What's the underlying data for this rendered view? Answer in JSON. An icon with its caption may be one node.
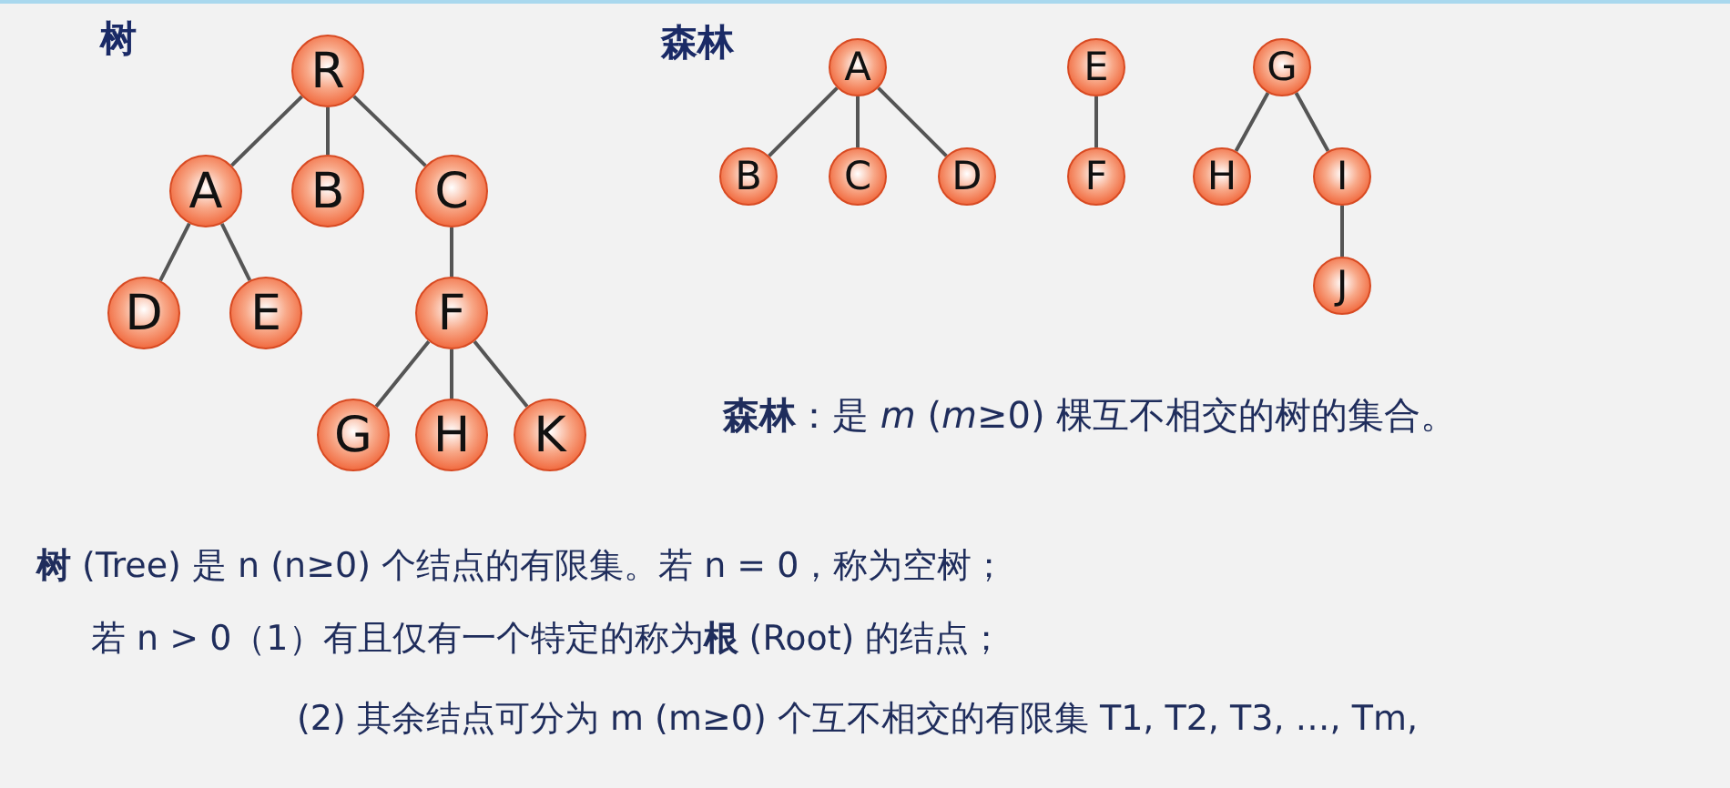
{
  "diagram": {
    "nodes": [
      {
        "text": [
          "R"
        ]
      },
      {
        "text": [
          "A"
        ]
      },
      {
        "text": [
          "B"
        ]
      },
      {
        "text": [
          "C"
        ]
      },
      {
        "text": [
          "D"
        ]
      },
      {
        "text": [
          "E"
        ]
      },
      {
        "text": [
          "F"
        ]
      },
      {
        "text": [
          "G"
        ]
      },
      {
        "text": [
          "H"
        ]
      },
      {
        "text": [
          "K"
        ]
      },
      {
        "text": [
          "A"
        ]
      },
      {
        "text": [
          "B"
        ]
      },
      {
        "text": [
          "C"
        ]
      },
      {
        "text": [
          "D"
        ]
      },
      {
        "text": [
          "E"
        ]
      },
      {
        "text": [
          "F"
        ]
      },
      {
        "text": [
          "G"
        ]
      },
      {
        "text": [
          "H"
        ]
      },
      {
        "text": [
          "I"
        ]
      },
      {
        "text": [
          "J"
        ]
      }
    ],
    "edges": [
      {
        "from": 0,
        "to": 1,
        "arrow": "none"
      },
      {
        "from": 0,
        "to": 2,
        "arrow": "none"
      },
      {
        "from": 0,
        "to": 3,
        "arrow": "none"
      },
      {
        "from": 1,
        "to": 4,
        "arrow": "none"
      },
      {
        "from": 1,
        "to": 5,
        "arrow": "none"
      },
      {
        "from": 3,
        "to": 6,
        "arrow": "none"
      },
      {
        "from": 6,
        "to": 7,
        "arrow": "none"
      },
      {
        "from": 6,
        "to": 8,
        "arrow": "none"
      },
      {
        "from": 6,
        "to": 9,
        "arrow": "none"
      },
      {
        "from": 10,
        "to": 11,
        "arrow": "none"
      },
      {
        "from": 10,
        "to": 12,
        "arrow": "none"
      },
      {
        "from": 10,
        "to": 13,
        "arrow": "none"
      },
      {
        "from": 14,
        "to": 15,
        "arrow": "none"
      },
      {
        "from": 16,
        "to": 17,
        "arrow": "none"
      },
      {
        "from": 16,
        "to": 18,
        "arrow": "none"
      },
      {
        "from": 18,
        "to": 19,
        "arrow": "none"
      }
    ],
    "labels": [
      "树",
      "森林",
      "**森林**：是 *m* (*m*≥0) 棵互不相交的树的集合。",
      "**树** (Tree) 是 n (n≥0) 个结点的有限集。若 n = 0，称为空树；",
      "若 n > 0（1）有且仅有一个特定的称为**根** (Root) 的结点；",
      "(2) 其余结点可分为 m (m≥0) 个互不相交的有限集 T1, T2, T3, …, Tm,"
    ]
  }
}
